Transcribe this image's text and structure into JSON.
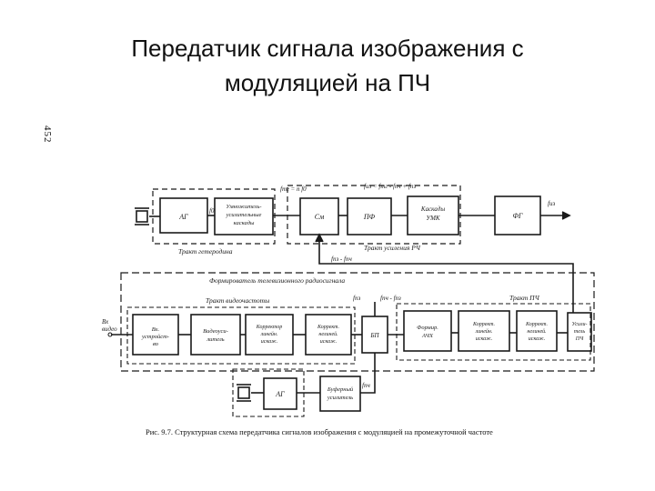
{
  "title": {
    "line1": "Передатчик сигнала изображения с",
    "line2": "модуляцией на ПЧ"
  },
  "page_number": "452",
  "blocks": {
    "agr_top": "АГ",
    "multiplier": [
      "Умножитель-",
      "усилительные",
      "каскады"
    ],
    "mixer": "См",
    "pf": "ПФ",
    "cascades": [
      "Каскады",
      "УМК"
    ],
    "fg": "ФГ",
    "input_device": [
      "Вх.",
      "устройст-",
      "во"
    ],
    "video_amp": [
      "Видеоуси-",
      "литель"
    ],
    "corrector_linear": [
      "Корректор",
      "линейн.",
      "искаж."
    ],
    "corrector_nonlinear": [
      "Коррект.",
      "нелиней.",
      "искаж."
    ],
    "bp": "БП",
    "former": [
      "Формир.",
      "АЧХ"
    ],
    "corrector_nonlinear2": [
      "Коррект.",
      "линейн.",
      "искаж."
    ],
    "corrector_phase": [
      "Коррект.",
      "нелиней.",
      "искаж."
    ],
    "amplifier": [
      "Усили-",
      "тель",
      "ПЧ"
    ],
    "agr_bottom": "АГ",
    "buffer_amp": [
      "Буферный",
      "усилитель"
    ]
  },
  "labels": {
    "f_top": "fтг = n f0",
    "f_sum": "fиз = fтг - fпч + fпз",
    "f0": "f0",
    "f_out": "fиз",
    "path_heterodyne": "Тракт гетеродина",
    "path_rf": "Тракт усиления РЧ",
    "f_feedback": "fпз - fпч",
    "former_title": "Формирователь телевизионного радиосигнала",
    "path_video": "Тракт видеочастоты",
    "path_if": "Тракт ПЧ",
    "f_pz": "fпз",
    "f_pch_bp": "fпч - fпз",
    "input_label": [
      "Вх",
      "видео"
    ],
    "f_pch": "fпч"
  },
  "caption": "Рис. 9.7. Структурная схема передатчика сигналов изображения с модуляцией на промежуточной частоте"
}
